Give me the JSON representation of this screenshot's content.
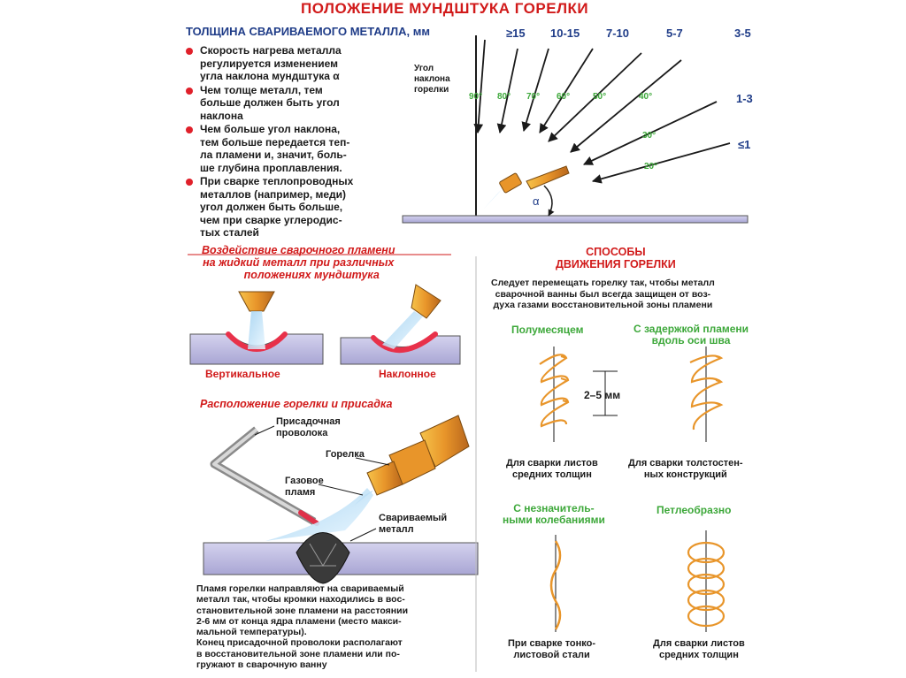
{
  "title": "ПОЛОЖЕНИЕ МУНДШТУКА ГОРЕЛКИ",
  "thickness": {
    "label": "ТОЛЩИНА СВАРИВАЕМОГО МЕТАЛЛА, мм",
    "values": [
      "≥15",
      "10-15",
      "7-10",
      "5-7",
      "3-5",
      "1-3",
      "≤1"
    ]
  },
  "angle_label": [
    "Угол",
    "наклона",
    "горелки"
  ],
  "angles": [
    "90°",
    "80°",
    "70°",
    "60°",
    "50°",
    "40°",
    "30°",
    "20°"
  ],
  "alpha": "α",
  "bullets": [
    [
      "Скорость нагрева металла",
      "регулируется изменением",
      "угла наклона мундштука α"
    ],
    [
      "Чем толще металл, тем",
      "больше должен быть угол",
      "наклона"
    ],
    [
      "Чем больше угол наклона,",
      "тем больше передается теп-",
      "ла пламени и, значит, боль-",
      "ше глубина проплавления."
    ],
    [
      "При сварке теплопроводных",
      "металлов (например, меди)",
      "угол должен быть больше,",
      "чем при сварке углеродис-",
      "тых сталей"
    ]
  ],
  "effect_title": [
    "Воздействие сварочного пламени",
    "на жидкий металл при различных",
    "положениях мундштука"
  ],
  "vertical_label": "Вертикальное",
  "inclined_label": "Наклонное",
  "arrangement_title": "Расположение горелки и присадка",
  "filler_wire": [
    "Присадочная",
    "проволока"
  ],
  "torch_label": "Горелка",
  "gas_flame": [
    "Газовое",
    "пламя"
  ],
  "welded_metal": [
    "Свариваемый",
    "металл"
  ],
  "bottom_text": [
    "Пламя горелки направляют на свариваемый",
    "металл так, чтобы кромки находились в вос-",
    "становительной зоне пламени на расстоянии",
    "2-6 мм от конца ядра пламени (место макси-",
    "мальной температуры).",
    "Конец присадочной проволоки располагают",
    "в восстановительной зоне пламени или по-",
    "гружают в сварочную ванну"
  ],
  "methods_title": [
    "СПОСОБЫ",
    "ДВИЖЕНИЯ ГОРЕЛКИ"
  ],
  "methods_text": [
    "Следует перемещать горелку так, чтобы металл",
    "сварочной ванны был всегда защищен от воз-",
    "духа газами восстановительной зоны пламени"
  ],
  "method1": "Полумесяцем",
  "method2": [
    "С задержкой пламени",
    "вдоль оси шва"
  ],
  "gap": "2–5 мм",
  "caption1": [
    "Для сварки листов",
    "средних толщин"
  ],
  "caption2": [
    "Для сварки толстостен-",
    "ных конструкций"
  ],
  "method3": [
    "С незначитель-",
    "ными колебаниями"
  ],
  "method4": "Петлеобразно",
  "caption3": [
    "При сварке тонко-",
    "листовой стали"
  ],
  "caption4": [
    "Для сварки листов",
    "средних толщин"
  ],
  "colors": {
    "red": "#d11a1a",
    "blue": "#1f3c88",
    "green": "#3da83a",
    "orange": "#e8952a",
    "metal": "#b9b6dd"
  }
}
